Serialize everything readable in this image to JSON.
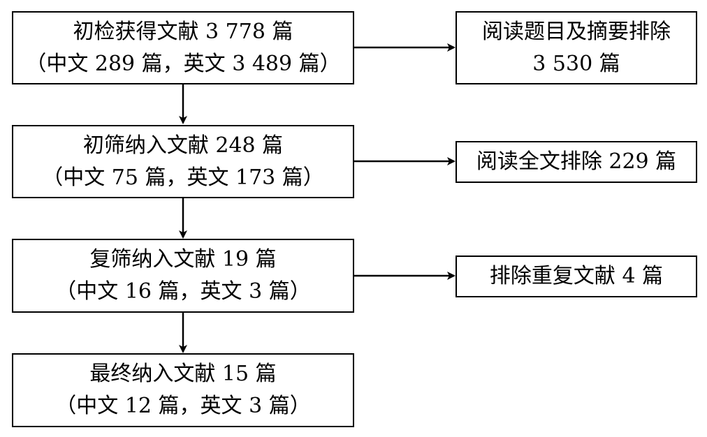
{
  "flowchart": {
    "main_steps": [
      {
        "line1": "初检获得文献 3 778 篇",
        "line2": "（中文 289 篇，英文 3 489 篇）"
      },
      {
        "line1": "初筛纳入文献 248 篇",
        "line2": "（中文 75 篇，英文 173 篇）"
      },
      {
        "line1": "复筛纳入文献 19 篇",
        "line2": "（中文 16 篇，英文 3 篇）"
      },
      {
        "line1": "最终纳入文献 15 篇",
        "line2": "（中文 12 篇，英文 3 篇）"
      }
    ],
    "exclusions": [
      {
        "line1": "阅读题目及摘要排除",
        "line2": "3 530 篇"
      },
      {
        "line1": "阅读全文排除 229 篇"
      },
      {
        "line1": "排除重复文献 4 篇"
      }
    ]
  },
  "colors": {
    "stroke": "#000000",
    "background": "#ffffff"
  }
}
